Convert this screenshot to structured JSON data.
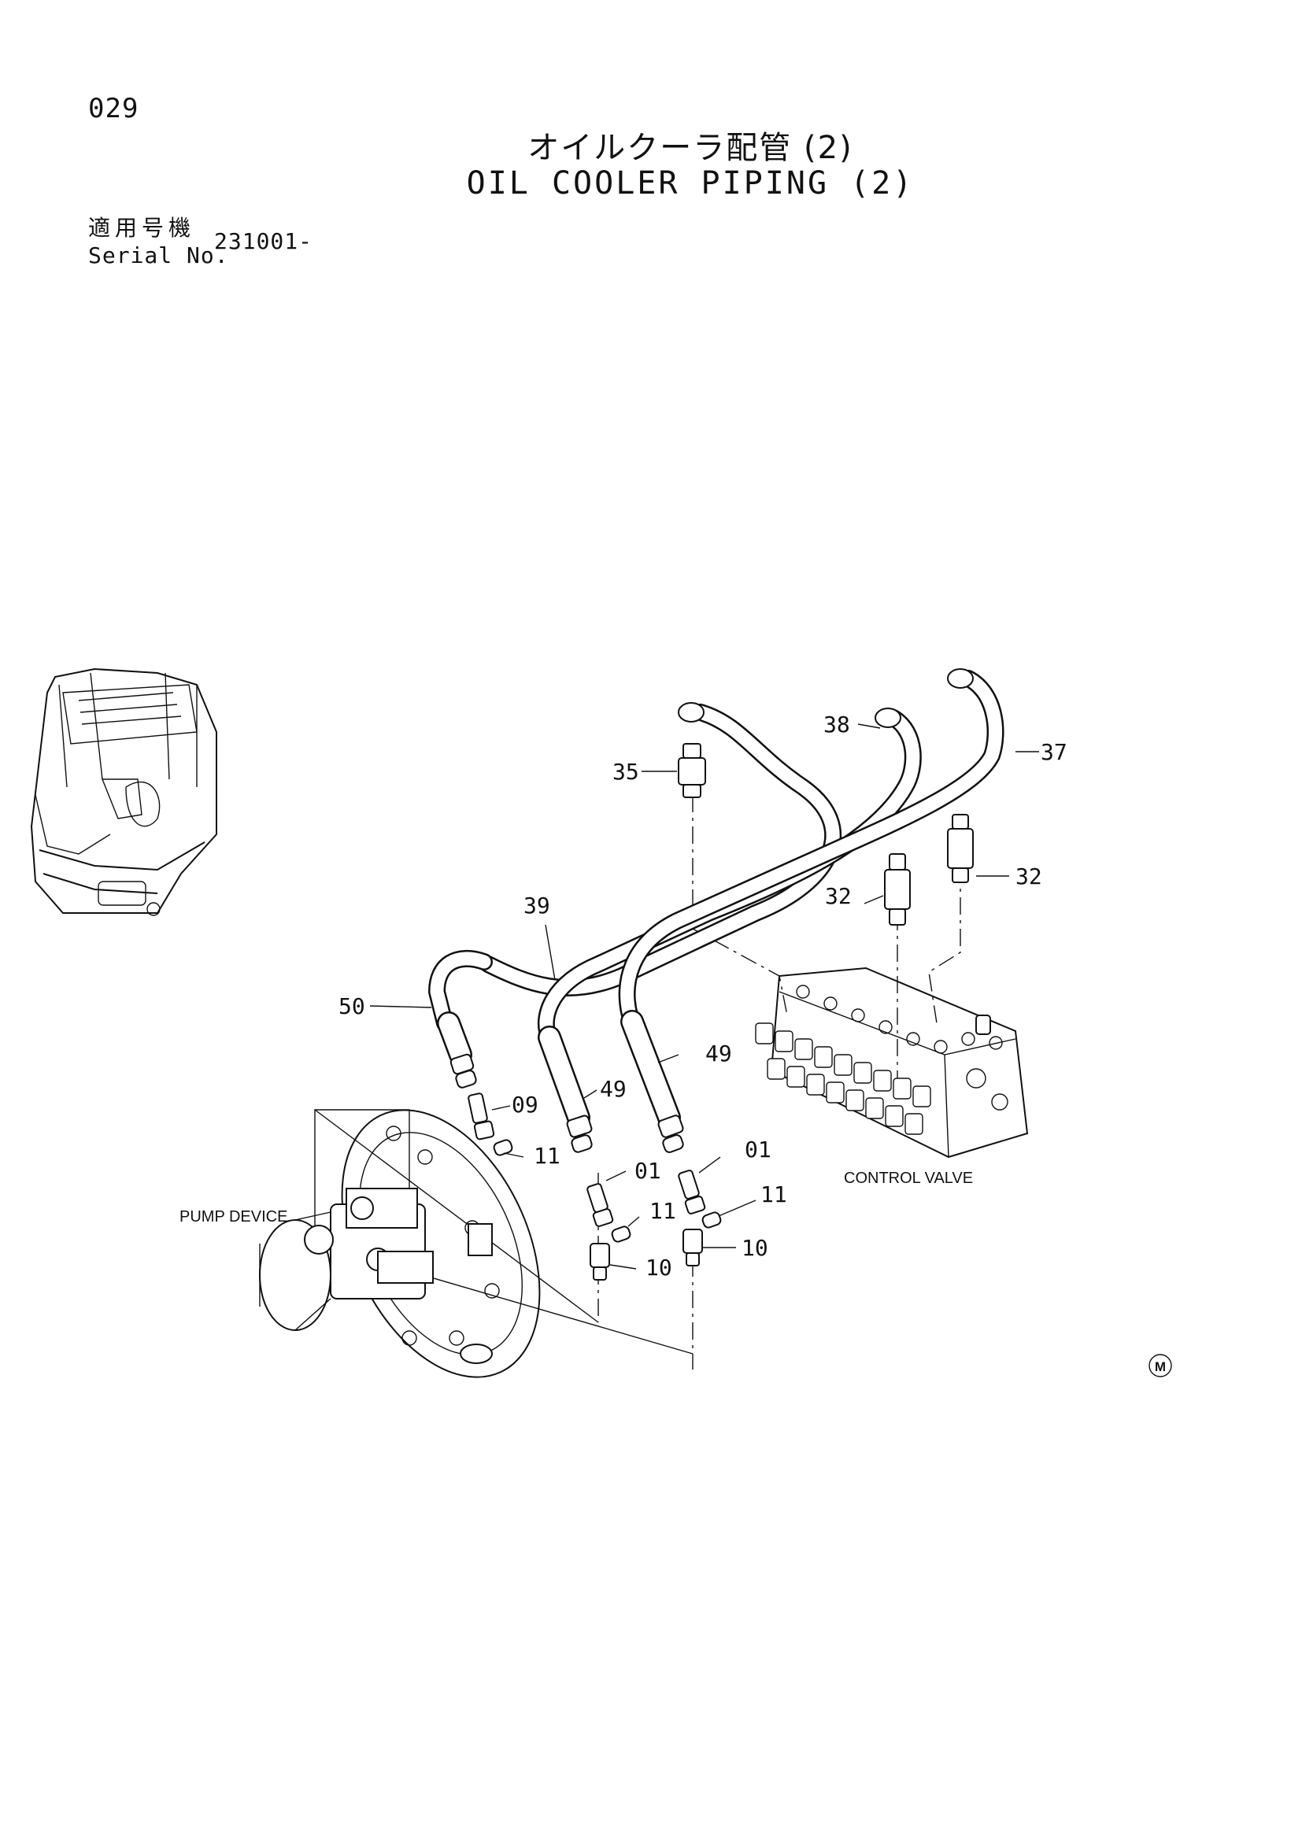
{
  "page": {
    "number": "029",
    "title_jp": "オイルクーラ配管 (2)",
    "title_en": "OIL COOLER PIPING (2)"
  },
  "serial": {
    "label_jp": "適用号機",
    "label_en": "Serial No.",
    "value": "231001-"
  },
  "labels": {
    "pump_device": "PUMP DEVICE",
    "control_valve": "CONTROL VALVE",
    "mark": "M"
  },
  "callouts": {
    "c35": "35",
    "c38": "38",
    "c37": "37",
    "c32a": "32",
    "c32b": "32",
    "c39": "39",
    "c50": "50",
    "c49a": "49",
    "c49b": "49",
    "c09": "09",
    "c11a": "11",
    "c01a": "01",
    "c11b": "11",
    "c10a": "10",
    "c01b": "01",
    "c11c": "11",
    "c10b": "10"
  },
  "icons": {
    "machine": "excavator-thumbnail-icon",
    "pump": "pump-device-icon",
    "valve": "control-valve-icon"
  }
}
